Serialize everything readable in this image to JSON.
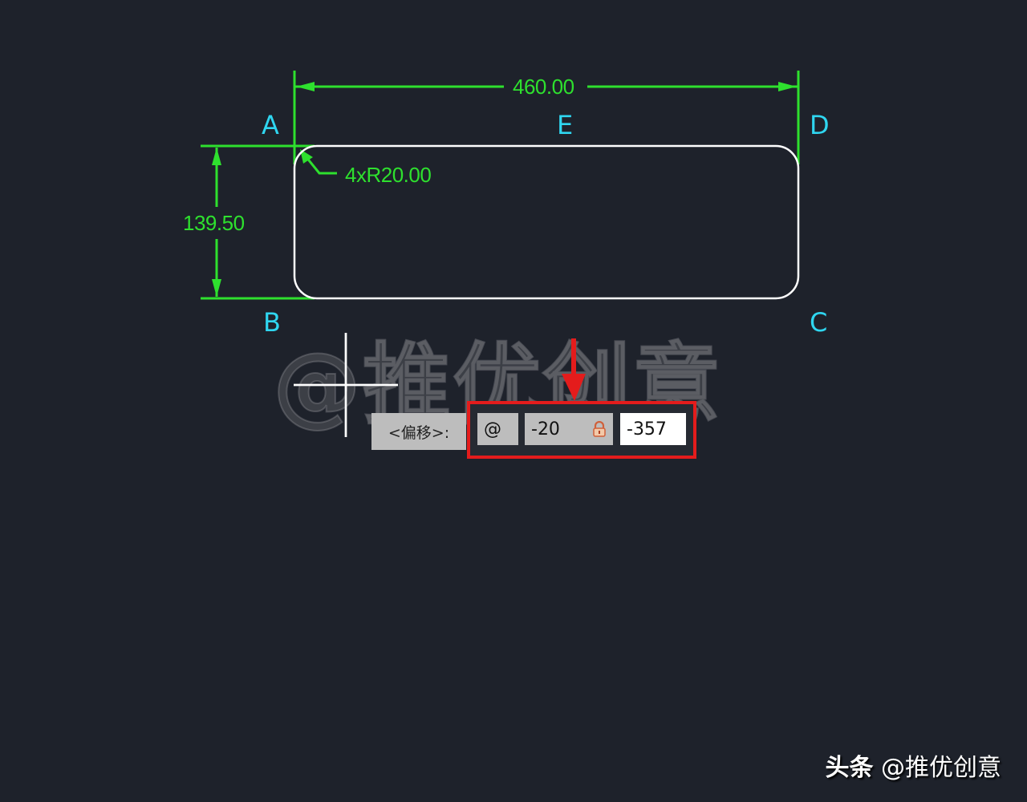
{
  "drawing": {
    "points": {
      "A": "A",
      "B": "B",
      "C": "C",
      "D": "D",
      "E": "E"
    },
    "dimensions": {
      "width": "460.00",
      "height": "139.50",
      "radius": "4xR20.00"
    },
    "colors": {
      "background": "#1e222b",
      "dimension": "#2ee02e",
      "point_label": "#2fd6f0",
      "geometry": "#ffffff",
      "highlight": "#e41c1c"
    }
  },
  "watermark": "@推优创意",
  "dynamic_input": {
    "prompt": "<偏移>:",
    "at_symbol": "@",
    "x_value": "-20",
    "x_locked": "lock-icon",
    "y_value": "-357"
  },
  "footer": {
    "platform": "头条",
    "author": "@推优创意"
  }
}
